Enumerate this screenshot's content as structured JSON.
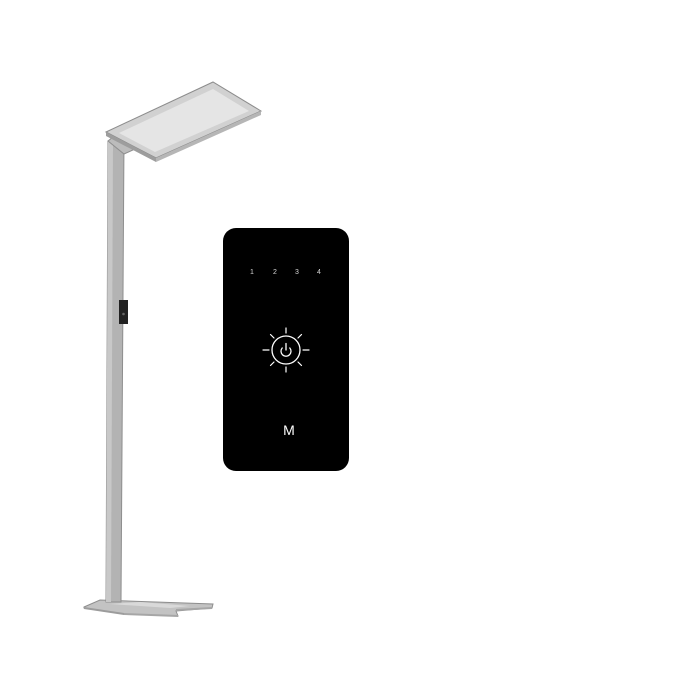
{
  "control_panel": {
    "background_color": "#000000",
    "brightness_levels": [
      {
        "label": "1"
      },
      {
        "label": "2"
      },
      {
        "label": "3"
      },
      {
        "label": "4"
      }
    ],
    "power_button_icon": "sun-power-icon",
    "mode_button": {
      "label": "M"
    }
  },
  "lamp": {
    "body_color": "#a9a9a9",
    "panel_color": "#e5e5e5"
  }
}
